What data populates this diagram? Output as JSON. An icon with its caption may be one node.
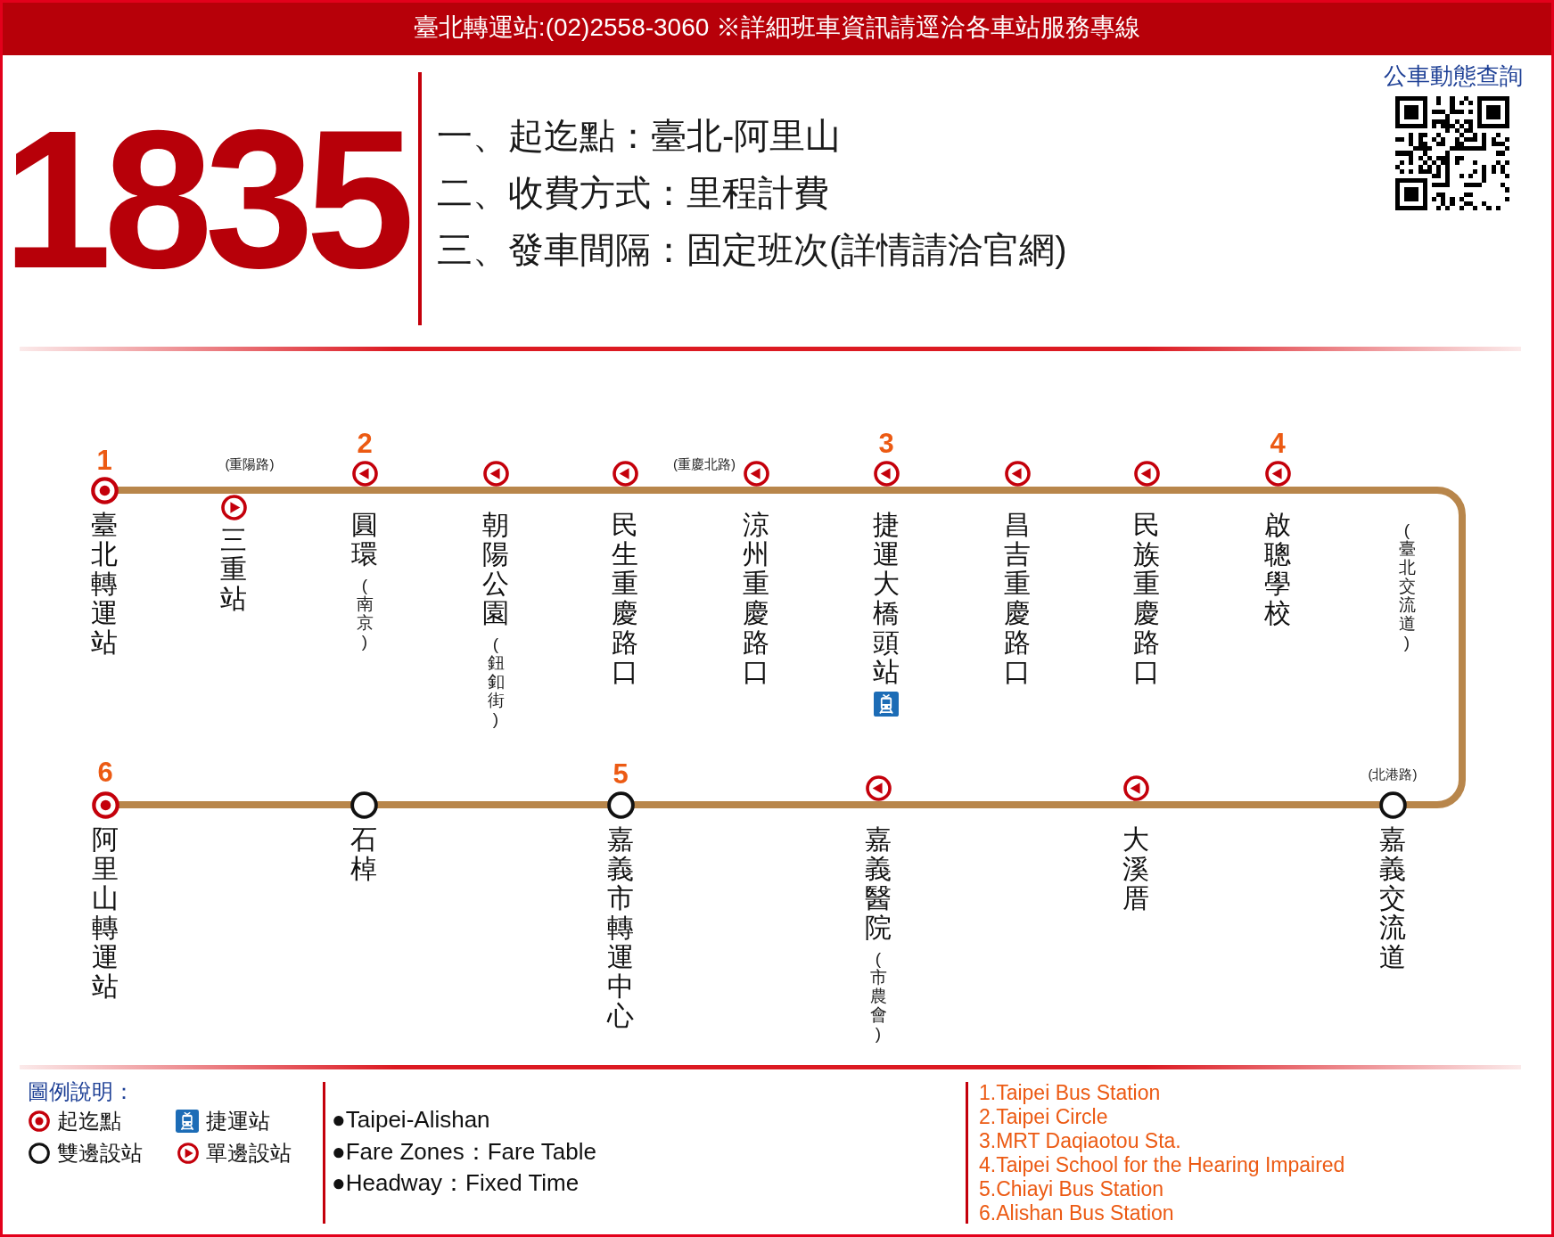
{
  "diagram": {
    "title": "1835",
    "nodes": [
      {
        "text": [
          "臺北轉運站"
        ],
        "beside": [
          "1"
        ]
      },
      {
        "text": [
          "三重站"
        ],
        "beside": [
          "(重陽路)"
        ]
      },
      {
        "text": [
          "圓環",
          "(南京)"
        ],
        "beside": [
          "2"
        ]
      },
      {
        "text": [
          "朝陽公園",
          "(鈕釦街)"
        ]
      },
      {
        "text": [
          "民生重慶路口"
        ]
      },
      {
        "text": [
          "涼州重慶路口"
        ],
        "beside": [
          "(重慶北路)"
        ]
      },
      {
        "text": [
          "捷運大橋頭站"
        ],
        "beside": [
          "3"
        ]
      },
      {
        "text": [
          "昌吉重慶路口"
        ]
      },
      {
        "text": [
          "民族重慶路口"
        ]
      },
      {
        "text": [
          "啟聰學校"
        ],
        "beside": [
          "4"
        ]
      },
      {
        "text": [
          "阿里山轉運站"
        ],
        "beside": [
          "6"
        ]
      },
      {
        "text": [
          "石棹"
        ]
      },
      {
        "text": [
          "嘉義市轉運中心"
        ],
        "beside": [
          "5"
        ]
      },
      {
        "text": [
          "嘉義醫院",
          "(市農會)"
        ]
      },
      {
        "text": [
          "大溪厝"
        ]
      },
      {
        "text": [
          "嘉義交流道"
        ],
        "beside": [
          "(北港路)"
        ]
      }
    ],
    "edges": [
      {
        "from": 0,
        "to": 1,
        "arrow": "none"
      },
      {
        "from": 1,
        "to": 2,
        "arrow": "none"
      },
      {
        "from": 2,
        "to": 3,
        "arrow": "none"
      },
      {
        "from": 3,
        "to": 4,
        "arrow": "none"
      },
      {
        "from": 4,
        "to": 5,
        "arrow": "none"
      },
      {
        "from": 5,
        "to": 6,
        "arrow": "none"
      },
      {
        "from": 6,
        "to": 7,
        "arrow": "none"
      },
      {
        "from": 7,
        "to": 8,
        "arrow": "none"
      },
      {
        "from": 8,
        "to": 9,
        "arrow": "none"
      },
      {
        "from": 9,
        "to": 15,
        "arrow": "none"
      },
      {
        "from": 15,
        "to": 14,
        "arrow": "none"
      },
      {
        "from": 14,
        "to": 13,
        "arrow": "none"
      },
      {
        "from": 13,
        "to": 12,
        "arrow": "none"
      },
      {
        "from": 12,
        "to": 11,
        "arrow": "none"
      },
      {
        "from": 11,
        "to": 10,
        "arrow": "none"
      }
    ],
    "labels": [
      "臺北轉運站:(02)2558-3060 ※詳細班車資訊請逕洽各車站服務專線",
      "一、起迄點：臺北-阿里山",
      "二、收費方式：里程計費",
      "三、發車間隔：固定班次(詳情請洽官網)",
      "公車動態查詢",
      "(臺北交流道)",
      "圖例說明：",
      "●Taipei-Alishan",
      "●Fare Zones：Fare Table",
      "●Headway：Fixed Time",
      "1.Taipei Bus Station",
      "2.Taipei Circle",
      "3.MRT Daqiaotou Sta.",
      "4.Taipei School for the Hearing Impaired",
      "5.Chiayi Bus Station",
      "6.Alishan Bus Station"
    ],
    "legend": [
      {
        "text": "起迄點"
      },
      {
        "text": "捷運站"
      },
      {
        "text": "雙邊設站"
      },
      {
        "text": "單邊設站"
      }
    ]
  }
}
